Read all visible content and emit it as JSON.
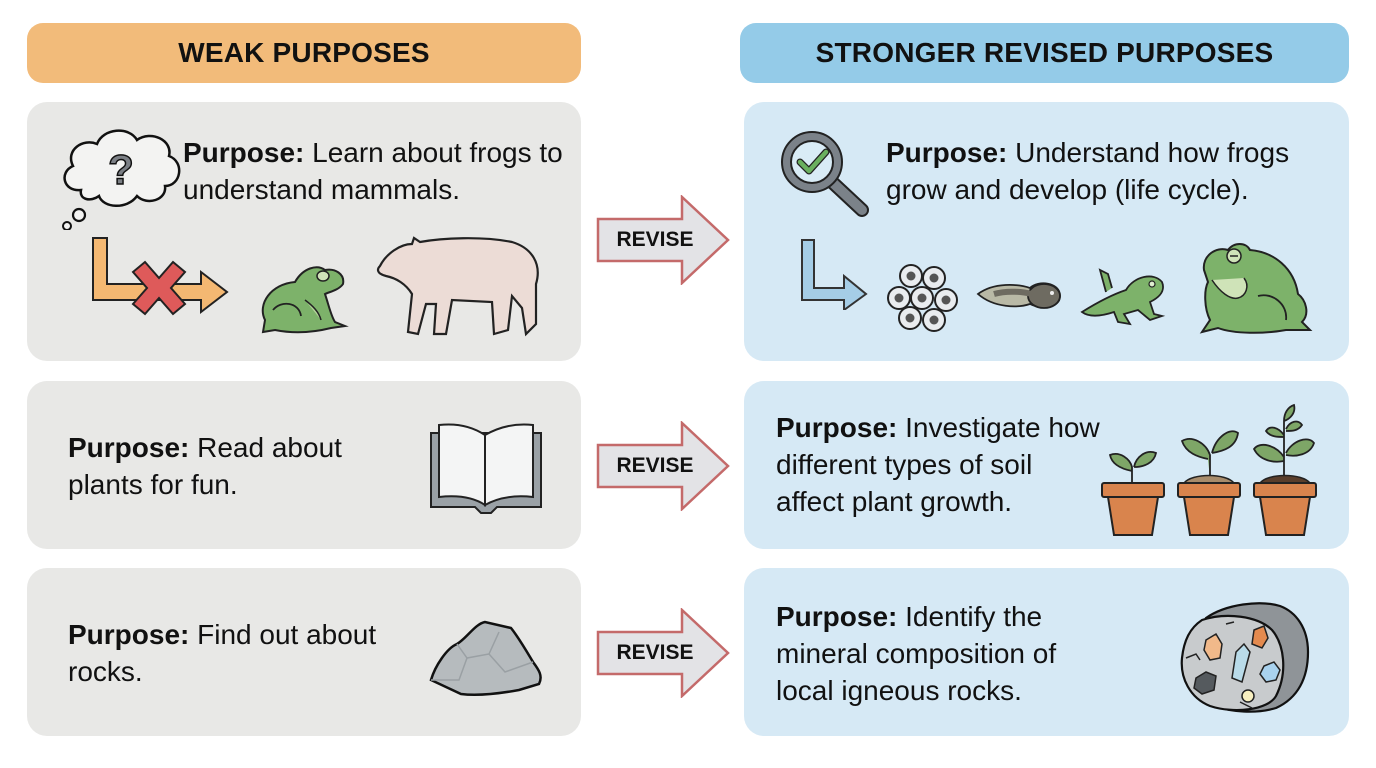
{
  "headers": {
    "weak": "WEAK PURPOSES",
    "strong": "STRONGER REVISED PURPOSES"
  },
  "rows": [
    {
      "weak": {
        "label": "Purpose:",
        "text": " Learn about frogs to understand mammals.",
        "icons": [
          "thought-cloud-question-icon",
          "crossed-out-arrow-icon",
          "frog-icon",
          "bear-icon"
        ]
      },
      "revise_label": "REVISE",
      "strong": {
        "label": "Purpose:",
        "text": " Understand how frogs grow and develop (life cycle).",
        "icons": [
          "magnifier-check-icon",
          "arrow-icon",
          "frog-eggs-icon",
          "tadpole-icon",
          "froglet-icon",
          "adult-frog-icon"
        ]
      }
    },
    {
      "weak": {
        "label": "Purpose:",
        "text": " Read about plants for fun.",
        "icons": [
          "open-book-icon"
        ]
      },
      "revise_label": "REVISE",
      "strong": {
        "label": "Purpose:",
        "text": " Investigate how different types of soil affect plant growth.",
        "icons": [
          "potted-seedling-icon",
          "potted-plant-sandy-soil-icon",
          "potted-plant-rich-soil-icon"
        ]
      }
    },
    {
      "weak": {
        "label": "Purpose:",
        "text": " Find out about rocks.",
        "icons": [
          "rock-icon"
        ]
      },
      "revise_label": "REVISE",
      "strong": {
        "label": "Purpose:",
        "text": " Identify the mineral composition of local igneous rocks.",
        "icons": [
          "igneous-rock-crystals-icon"
        ]
      }
    }
  ],
  "colors": {
    "weak_header": "#f2bb7a",
    "strong_header": "#94cbe8",
    "weak_card": "#e8e8e6",
    "strong_card": "#d6e9f5",
    "revise_arrow_fill": "#e3e3e6",
    "revise_arrow_stroke": "#c46a6a"
  }
}
